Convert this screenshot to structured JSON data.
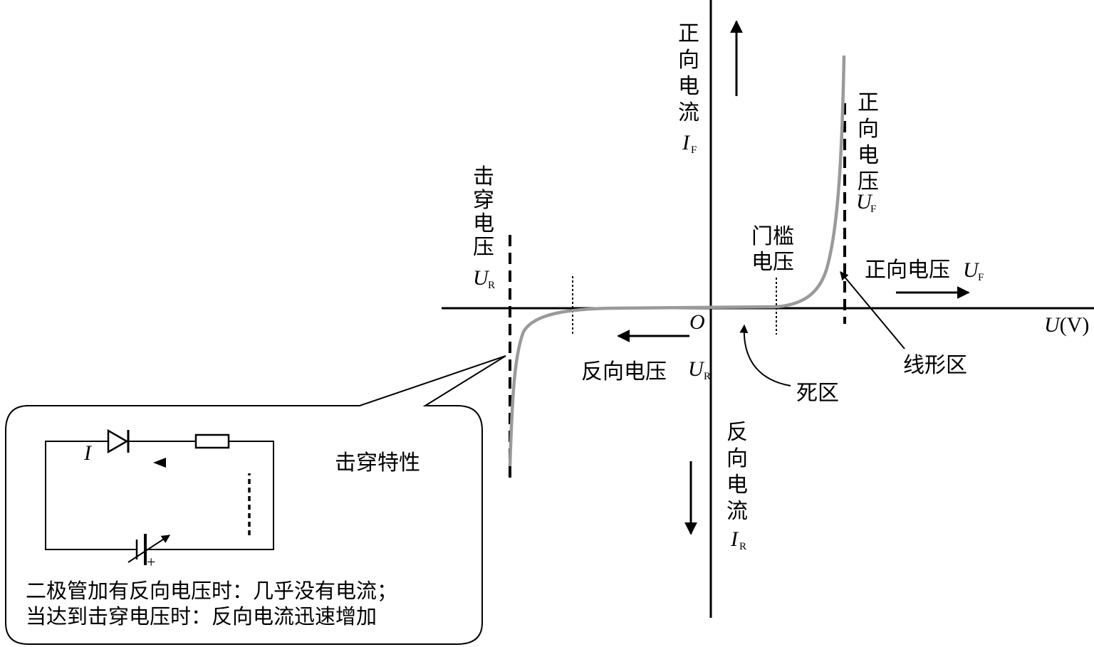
{
  "axes": {
    "origin": "O",
    "x_axis_label": "U",
    "x_axis_unit": "(V)",
    "forward_current_label": "正向电流",
    "forward_current_symbol": "I",
    "forward_current_sub": "F",
    "reverse_current_label": "反向电流",
    "reverse_current_symbol": "I",
    "reverse_current_sub": "R"
  },
  "annotations": {
    "forward_voltage_vertical": "正向电压",
    "forward_voltage_symbol": "U",
    "forward_voltage_sub": "F",
    "forward_voltage_arrow_label": "正向电压",
    "forward_voltage_arrow_symbol": "U",
    "forward_voltage_arrow_sub": "F",
    "reverse_voltage_arrow_label": "反向电压",
    "reverse_voltage_arrow_symbol": "U",
    "reverse_voltage_arrow_sub": "R",
    "breakdown_voltage": "击穿电压",
    "breakdown_symbol": "U",
    "breakdown_sub": "R",
    "threshold_line1": "门槛",
    "threshold_line2": "电压",
    "dead_zone": "死区",
    "linear_zone": "线形区"
  },
  "callout": {
    "title": "击穿特性",
    "current_symbol": "I",
    "battery_sign": "+",
    "text_line1": "二极管加有反向电压时：几乎没有电流；",
    "text_line2": "当达到击穿电压时：反向电流迅速增加"
  },
  "colors": {
    "curve": "#9a9a9a",
    "lines": "#000000",
    "background": "#ffffff"
  }
}
